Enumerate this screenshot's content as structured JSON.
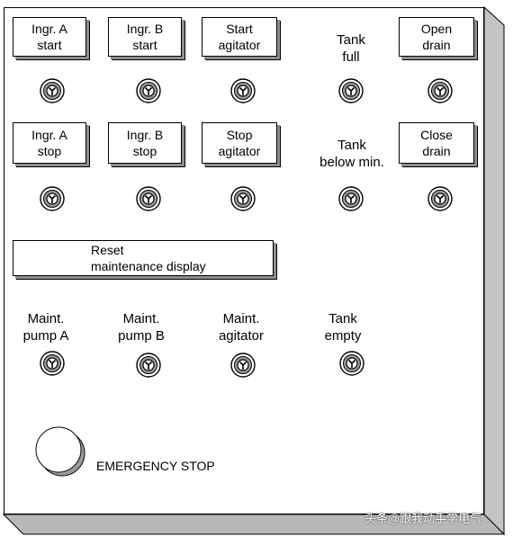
{
  "buttons": {
    "ingr_a_start": "Ingr. A\nstart",
    "ingr_b_start": "Ingr. B\nstart",
    "start_agitator": "Start\nagitator",
    "open_drain": "Open\ndrain",
    "ingr_a_stop": "Ingr. A\nstop",
    "ingr_b_stop": "Ingr. B\nstop",
    "stop_agitator": "Stop\nagitator",
    "close_drain": "Close\ndrain",
    "reset_maintenance": "Reset\nmaintenance display"
  },
  "lamps": {
    "tank_full": "Tank\nfull",
    "tank_below_min": "Tank\nbelow min.",
    "maint_pump_a": "Maint.\npump A",
    "maint_pump_b": "Maint.\npump B",
    "maint_agitator": "Maint.\nagitator",
    "tank_empty": "Tank\nempty"
  },
  "emergency_stop": {
    "label": "EMERGENCY STOP"
  },
  "watermark": "头条@跟我动手学电气",
  "icons": {
    "lamp": "indicator-lamp-icon",
    "estop": "emergency-stop-button-icon"
  },
  "colors": {
    "panel_bg": "#ffffff",
    "panel_edge": "#c0c0c0",
    "lamp_ring": "#9a9a9a",
    "shadow": "#8e8e8e"
  }
}
